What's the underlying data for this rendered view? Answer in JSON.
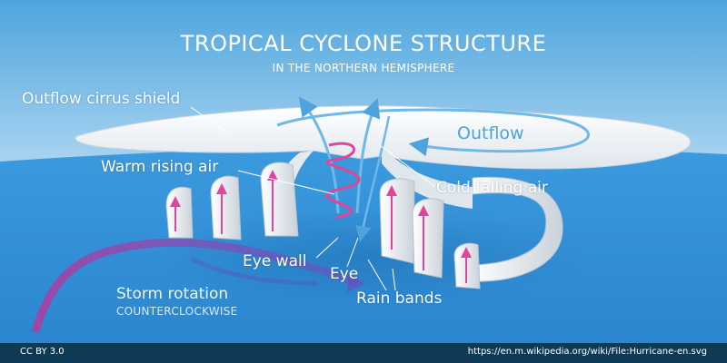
{
  "title": "TROPICAL CYCLONE STRUCTURE",
  "subtitle": "IN THE NORTHERN HEMISPHERE",
  "labels": {
    "outflow_cirrus_shield": "Outflow cirrus shield",
    "outflow": "Outflow",
    "warm_rising_air": "Warm rising air",
    "cold_falling_air": "Cold falling air",
    "eye_wall": "Eye wall",
    "eye": "Eye",
    "rain_bands": "Rain bands",
    "storm_rotation": "Storm rotation",
    "counterclockwise": "COUNTERCLOCKWISE"
  },
  "footer": {
    "license": "CC BY 3.0",
    "source": "https://en.m.wikipedia.org/wiki/File:Hurricane-en.svg"
  },
  "colors": {
    "sky_top": "#5aaee0",
    "sky_bottom": "#cfe7f6",
    "ocean": "#2f8fd6",
    "cloud": "#f2f4f6",
    "warm_air": "#e0459a",
    "cold_air": "#6fb8ea",
    "rotation_arrow": "#b03ca0",
    "footer_bg": "#0f3a56"
  }
}
